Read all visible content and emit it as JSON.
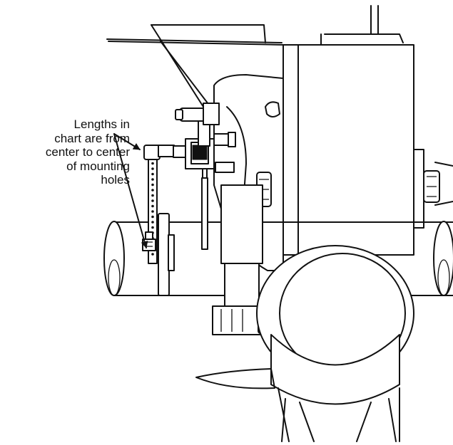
{
  "callout": {
    "lines": [
      "Lengths in",
      "chart are from",
      "center to center",
      "of mounting",
      "holes"
    ]
  },
  "colors": {
    "line": "#111111",
    "background": "#ffffff"
  }
}
